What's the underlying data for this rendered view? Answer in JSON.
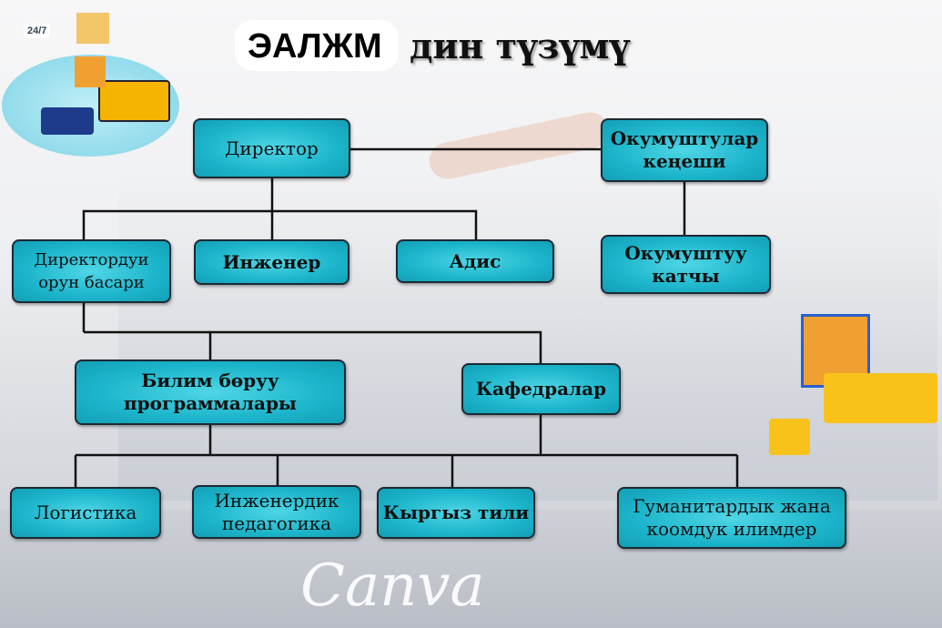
{
  "title": {
    "part1": "ЭАЛЖМ",
    "part2": "дин түзүмү"
  },
  "nodes": {
    "director": "Директор",
    "council": "Окумуштулар кеңеши",
    "deputy": "Директордуи орун басари",
    "engineer": "Инженер",
    "specialist": "Адис",
    "secretary": "Окумуштуу катчы",
    "programs": "Билим бөруу программалары",
    "departments": "Кафедралар",
    "logistics": "Логистика",
    "eng_pedagogy": "Инженердик педагогика",
    "kyrgyz": "Кыргыз тили",
    "humanities": "Гуманитардык жана коомдук илимдер"
  },
  "watermark": "Canva",
  "illustration": {
    "badge": "24/7"
  },
  "colors": {
    "box": "#1cb5cb",
    "border": "#1b2a33"
  }
}
